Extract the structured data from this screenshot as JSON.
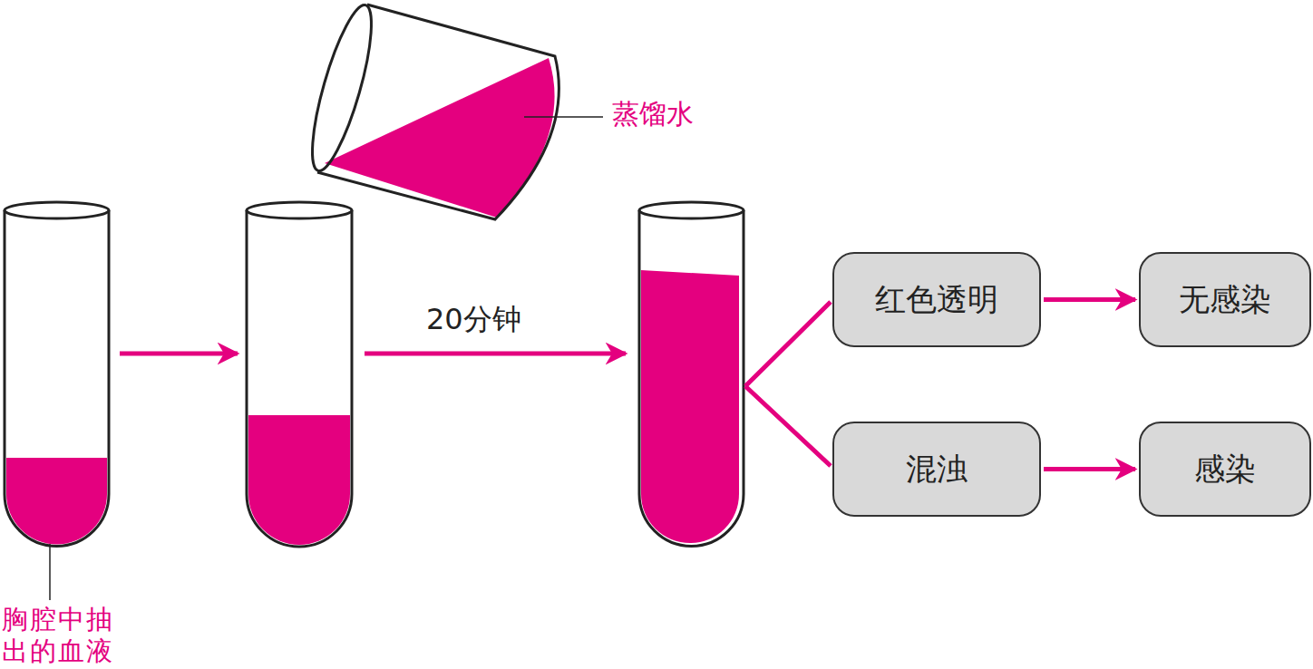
{
  "diagram": {
    "nodes": [
      {
        "text": [
          "红色透明"
        ]
      },
      {
        "text": [
          "无感染"
        ]
      },
      {
        "text": [
          "混浊"
        ]
      },
      {
        "text": [
          "感染"
        ]
      }
    ],
    "edges": [
      {
        "from": 0,
        "to": 1,
        "arrow": "to"
      },
      {
        "from": 2,
        "to": 3,
        "arrow": "to"
      }
    ],
    "labels": [
      "蒸馏水",
      "20分钟",
      "胸腔中抽 出的血液"
    ]
  }
}
